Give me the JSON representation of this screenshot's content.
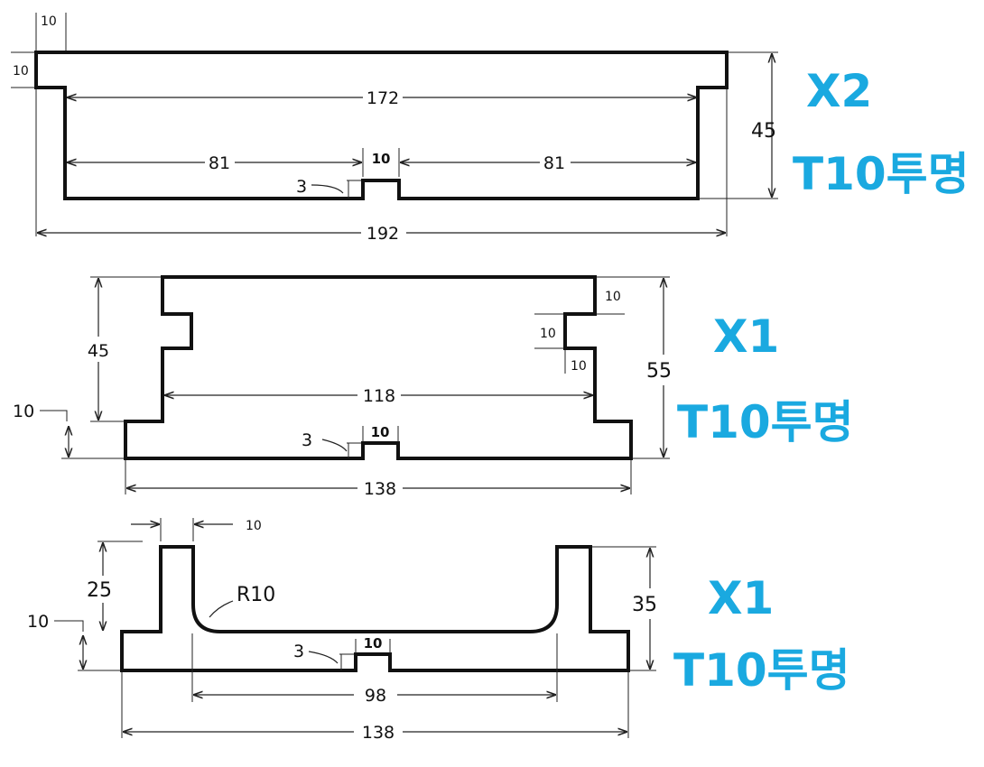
{
  "parts": [
    {
      "quantity": "X2",
      "material": "T10투명",
      "dims": {
        "top_step_w": "10",
        "top_step_h": "10",
        "inner_width": "172",
        "left_span": "81",
        "notch_width": "10",
        "right_span": "81",
        "notch_depth": "3",
        "height": "45",
        "overall_width": "192"
      }
    },
    {
      "quantity": "X1",
      "material": "T10투명",
      "dims": {
        "left_height": "45",
        "base_height": "10",
        "inner_width": "118",
        "notch_depth": "3",
        "notch_width": "10",
        "overall_width": "138",
        "overall_height": "55",
        "step_top": "10",
        "step_mid": "10",
        "step_low": "10"
      }
    },
    {
      "quantity": "X1",
      "material": "T10투명",
      "dims": {
        "post_width": "10",
        "post_height": "25",
        "base_height": "10",
        "fillet_radius": "R10",
        "notch_depth": "3",
        "notch_width": "10",
        "inner_width": "98",
        "overall_width": "138",
        "overall_height": "35"
      }
    }
  ]
}
